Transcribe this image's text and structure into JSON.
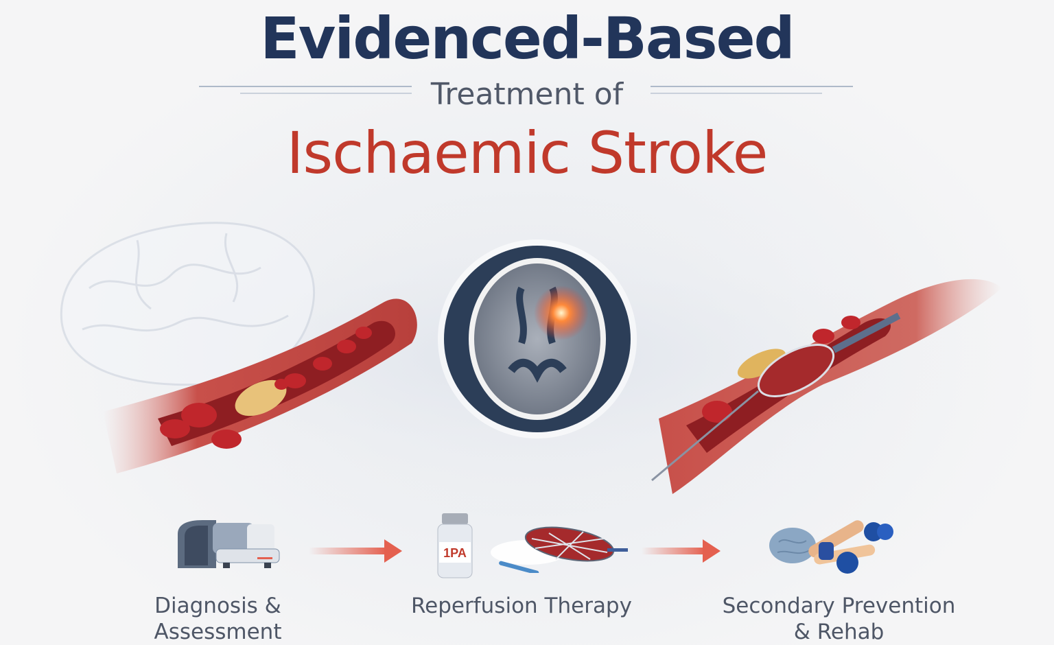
{
  "header": {
    "title_line1": "Evidenced-Based",
    "title_line2": "Treatment of",
    "title_line3": "Ischaemic Stroke"
  },
  "colors": {
    "title_navy": "#22355a",
    "subtitle_gray": "#505868",
    "accent_red": "#c0392b",
    "arrow_red": "#e4604f",
    "label_gray": "#4e5666"
  },
  "illustrations": {
    "left": "blood-vessel-clot-with-brain-outline",
    "center": "ct-brain-scan-with-ischemic-focus",
    "right": "stent-retriever-in-artery"
  },
  "steps": [
    {
      "icon": "ct-scanner-icon",
      "label_line1": "Diagnosis &",
      "label_line2": "Assessment"
    },
    {
      "icon": "tpa-vial-stent-retriever-icon",
      "vial_text": "1PA",
      "label_line1": "Reperfusion Therapy",
      "label_line2": ""
    },
    {
      "icon": "rehab-brain-limbs-icon",
      "label_line1": "Secondary Prevention",
      "label_line2": "& Rehab"
    }
  ]
}
